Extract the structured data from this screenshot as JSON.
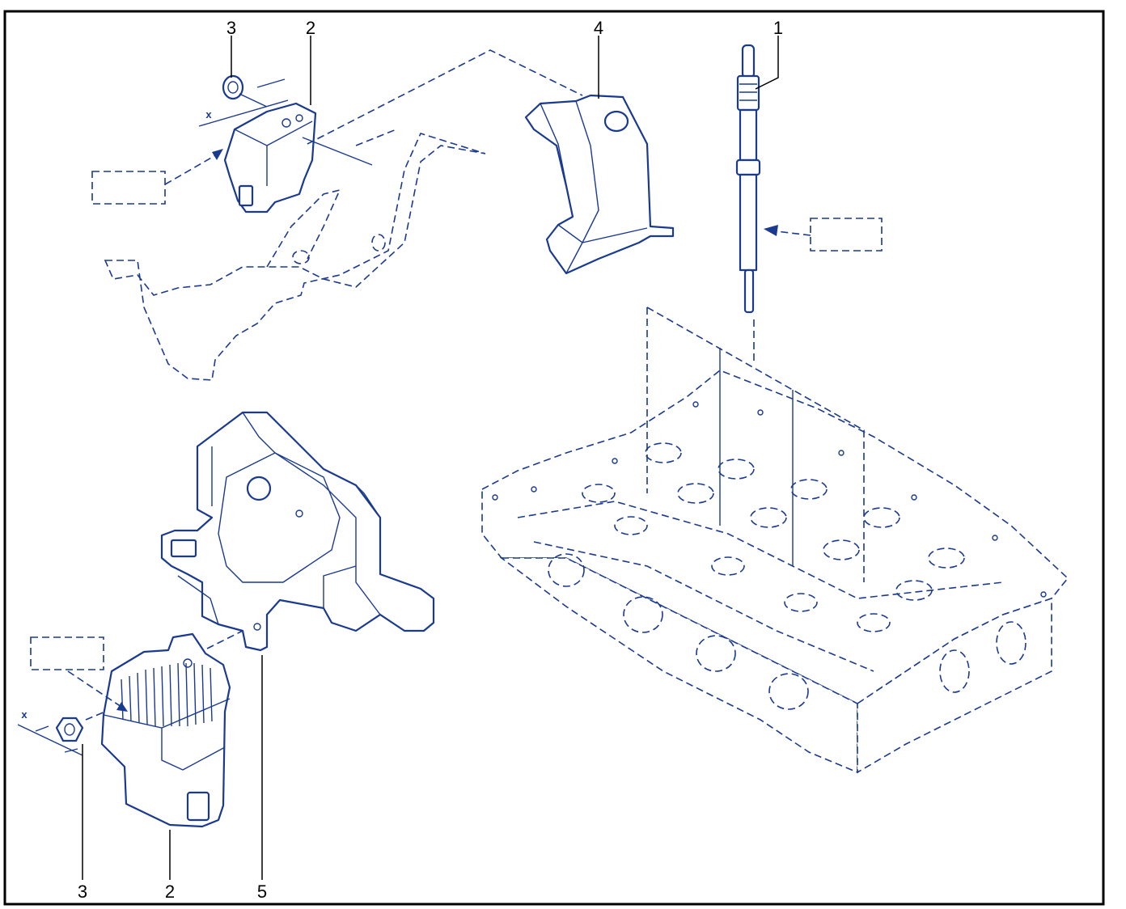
{
  "callouts": {
    "c1": "1",
    "c2_top": "2",
    "c3_top": "3",
    "c4": "4",
    "c2_bottom": "2",
    "c3_bottom": "3",
    "c5": "5"
  },
  "torque_marks": {
    "top": "x",
    "bottom": "x"
  },
  "colors": {
    "line": "#1a3a8f",
    "frame": "#000000",
    "background": "#ffffff"
  }
}
